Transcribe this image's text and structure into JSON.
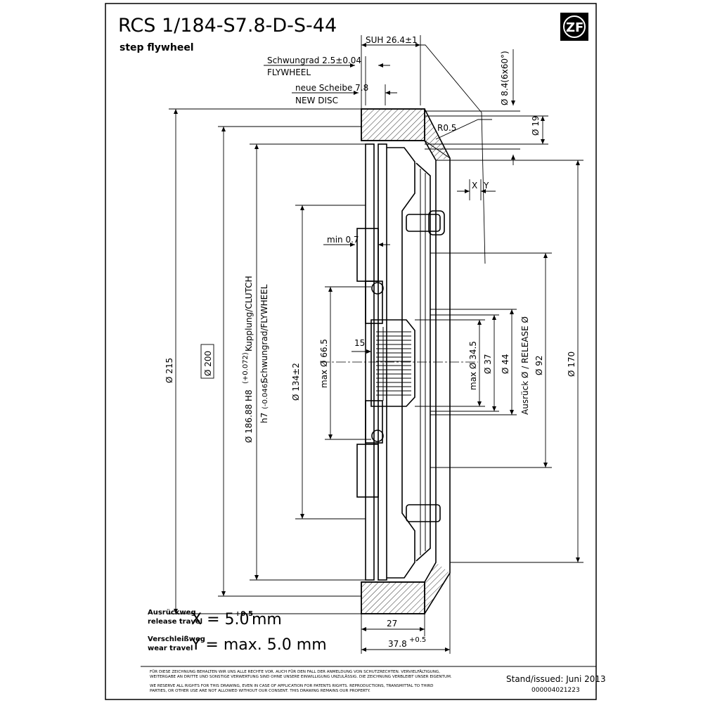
{
  "header": {
    "title": "RCS 1/184-S7.8-D-S-44",
    "subtitle": "step flywheel",
    "logo_text": "ZF"
  },
  "dimensions": {
    "suh": "SUH 26.4±1",
    "schwungrad": "Schwungrad 2.5±0.04",
    "flywheel": "FLYWHEEL",
    "neue_scheibe": "neue Scheibe 7.8",
    "new_disc": "NEW DISC",
    "hole": "Ø 8.4(6x60°)",
    "d19": "Ø 19",
    "r05": "R0.5",
    "x": "X",
    "y": "Y",
    "min07": "min 0.7",
    "d215": "Ø 215",
    "d200": "Ø 200",
    "d18688": "Ø 186.88 H8",
    "d18688_tol": "(+0.072)",
    "kupplung": "Kupplung/CLUTCH",
    "h7": "h7",
    "h7_tol": "(-0.046)",
    "schwungrad_fw": "Schwungrad/FLYWHEEL",
    "d134": "Ø 134±2",
    "max665": "max Ø 66.5",
    "n15": "15",
    "max345": "max Ø 34.5",
    "d37": "Ø 37",
    "d44": "Ø 44",
    "ausrueck": "Ausrück Ø / RELEASE Ø",
    "d92": "Ø 92",
    "d170": "Ø 170",
    "w27": "27",
    "w378": "37.8",
    "w378_tol": "+0.5"
  },
  "travel": {
    "release_label_de": "Ausrückweg",
    "release_label_en": "release travel",
    "release_formula": "X = 5.0",
    "release_tol": "+0.5",
    "release_unit": "mm",
    "wear_label_de": "Verschleißweg",
    "wear_label_en": "wear travel",
    "wear_formula": "Y = max. 5.0 mm"
  },
  "footer": {
    "legal_1": "FÜR DIESE ZEICHNUNG BEHALTEN WIR UNS ALLE RECHTE VOR. AUCH FÜR DEN FALL DER ANMELDUNG VON SCHUTZRECHTEN. VERVIELFÄLTIGUNG,",
    "legal_2": "WEITERGABE AN DRITTE UND SONSTIGE VERWERTUNG SIND OHNE UNSERE EINWILLIGUNG UNZULÄSSIG. DIE ZEICHNUNG VERBLEIBT UNSER EIGENTUM.",
    "legal_3": "WE RESERVE ALL RIGHTS FOR THIS DRAWING, EVEN IN CASE OF APPLICATION FOR PATENTS RIGHTS. REPRODUCTIONS, TRANSMITTAL TO THIRD",
    "legal_4": "PARTIES, OR OTHER USE ARE NOT ALLOWED WITHOUT OUR CONSENT. THIS DRAWING REMAINS OUR PROPERTY.",
    "stand": "Stand/issued: Juni 2013",
    "code": "000004021223"
  }
}
